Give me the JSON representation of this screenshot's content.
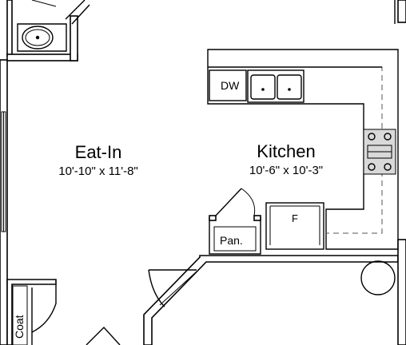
{
  "rooms": {
    "eat_in": {
      "name": "Eat-In",
      "dimensions": "10'-10\" x 11'-8\""
    },
    "kitchen": {
      "name": "Kitchen",
      "dimensions": "10'-6\" x 10'-3\""
    }
  },
  "fixtures": {
    "dishwasher": "DW",
    "fridge": "F",
    "pantry": "Pan.",
    "coat_closet": "Coat"
  }
}
